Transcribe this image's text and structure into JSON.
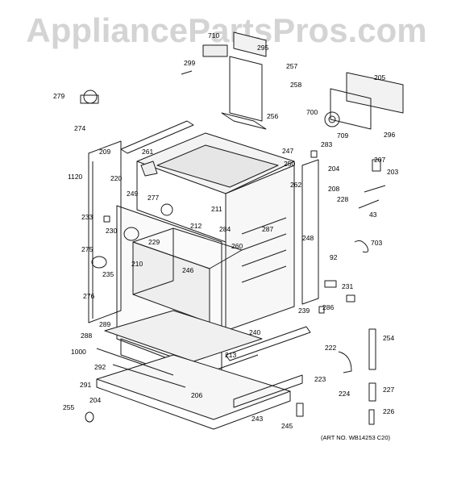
{
  "watermark": "AppliancePartsPros.com",
  "art_note": "(ART NO. WB14253 C20)",
  "callouts": [
    "710",
    "299",
    "295",
    "257",
    "258",
    "700",
    "205",
    "279",
    "274",
    "256",
    "709",
    "296",
    "283",
    "204",
    "207",
    "203",
    "209",
    "261",
    "247",
    "250",
    "1120",
    "220",
    "249",
    "277",
    "211",
    "262",
    "208",
    "228",
    "43",
    "233",
    "230",
    "212",
    "284",
    "260",
    "287",
    "248",
    "275",
    "229",
    "210",
    "246",
    "703",
    "92",
    "235",
    "276",
    "231",
    "286",
    "239",
    "289",
    "288",
    "240",
    "254",
    "1000",
    "213",
    "222",
    "292",
    "223",
    "224",
    "291",
    "206",
    "227",
    "204",
    "255",
    "243",
    "245",
    "226"
  ],
  "colors": {
    "line": "#1a1a1a",
    "watermark": "#d4d4d4",
    "background": "#ffffff"
  }
}
